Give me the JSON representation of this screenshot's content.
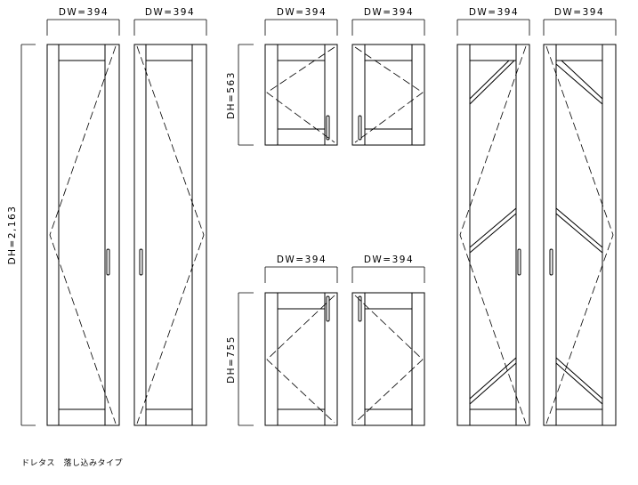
{
  "dimensions": {
    "width_label": "DW=394",
    "height_tall": "DH=2,163",
    "height_upper": "DH=563",
    "height_lower": "DH=755"
  },
  "caption": "ドレタス　落し込みタイプ"
}
